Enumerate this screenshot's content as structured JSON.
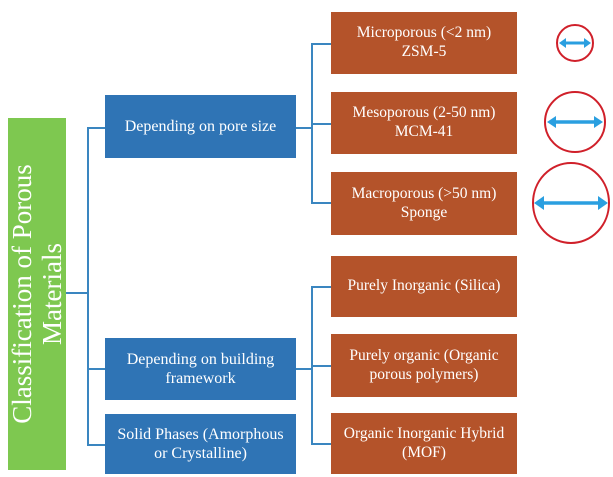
{
  "root": {
    "line1": "Classification of Porous",
    "line2": "Materials"
  },
  "categories": [
    {
      "label": "Depending on pore size"
    },
    {
      "line1": "Depending on building",
      "line2": "framework"
    },
    {
      "line1": "Solid Phases (Amorphous",
      "line2": "or Crystalline)"
    }
  ],
  "pore_size_types": [
    {
      "line1": "Microporous (<2 nm)",
      "line2": "ZSM-5",
      "icon": "small-pore-circle-icon"
    },
    {
      "line1": "Mesoporous (2-50 nm)",
      "line2": "MCM-41",
      "icon": "medium-pore-circle-icon"
    },
    {
      "line1": "Macroporous (>50 nm)",
      "line2": "Sponge",
      "icon": "large-pore-circle-icon"
    }
  ],
  "framework_types": [
    {
      "line1": "Purely Inorganic (Silica)",
      "line2": ""
    },
    {
      "line1": "Purely organic (Organic",
      "line2": "porous polymers)"
    },
    {
      "line1": "Organic Inorganic Hybrid",
      "line2": "(MOF)"
    }
  ],
  "colors": {
    "root": "#7ec850",
    "category": "#2f74b5",
    "type": "#b4532a",
    "connector": "#3a86c0",
    "circle_outline": "#d0202a",
    "arrow": "#2a9fe0"
  }
}
